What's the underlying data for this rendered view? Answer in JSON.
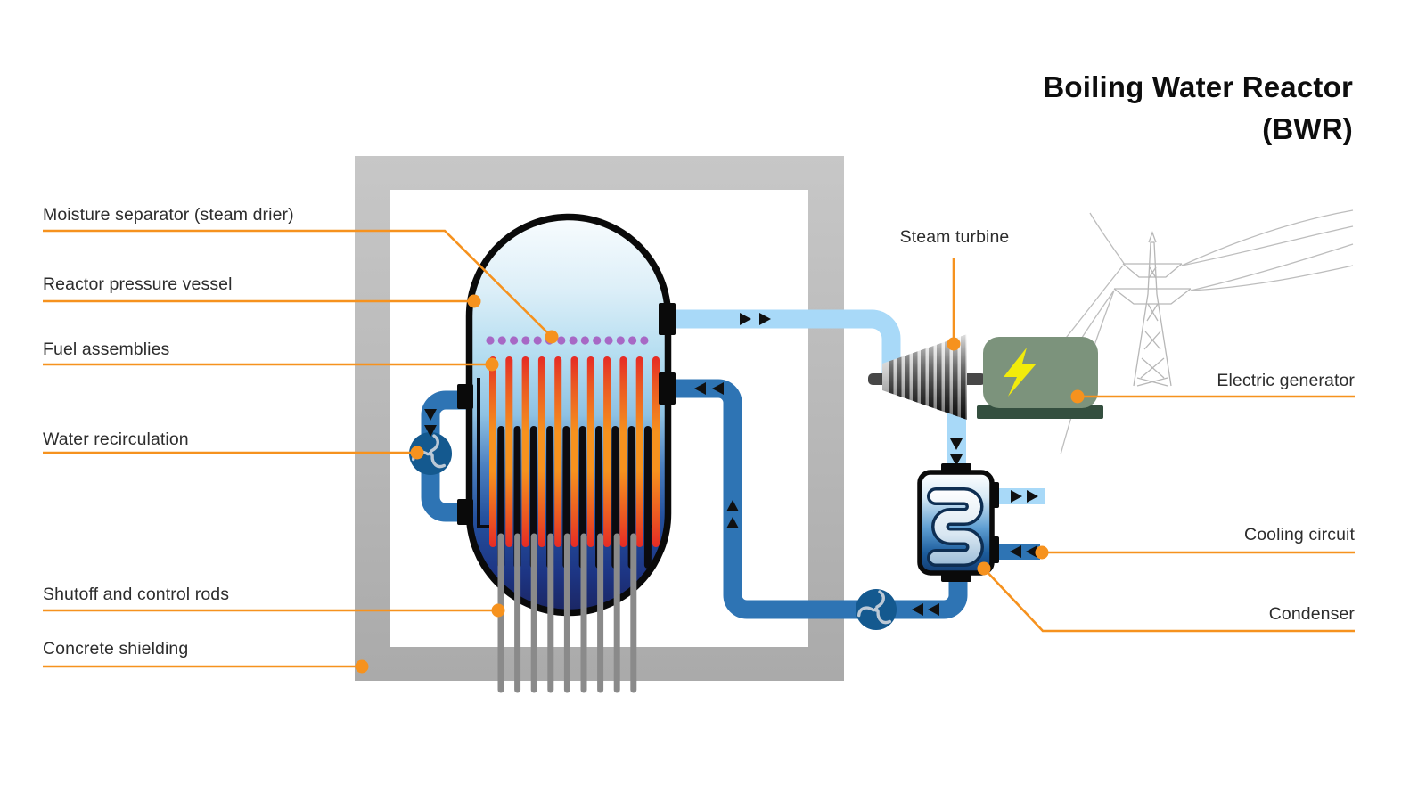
{
  "title": {
    "line1": "Boiling Water Reactor",
    "line2": "(BWR)"
  },
  "labels": {
    "left": [
      {
        "id": "moisture-separator",
        "text": "Moisture separator (steam drier)"
      },
      {
        "id": "reactor-pressure-vessel",
        "text": "Reactor pressure vessel"
      },
      {
        "id": "fuel-assemblies",
        "text": "Fuel assemblies"
      },
      {
        "id": "water-recirculation",
        "text": "Water recirculation"
      },
      {
        "id": "shutoff-control-rods",
        "text": "Shutoff and control rods"
      },
      {
        "id": "concrete-shielding",
        "text": "Concrete shielding"
      }
    ],
    "right": [
      {
        "id": "steam-turbine",
        "text": "Steam turbine"
      },
      {
        "id": "electric-generator",
        "text": "Electric generator"
      },
      {
        "id": "cooling-circuit",
        "text": "Cooling circuit"
      },
      {
        "id": "condenser",
        "text": "Condenser"
      }
    ]
  },
  "icons": [
    "pump-icon",
    "flow-arrow-icon",
    "lightning-bolt-icon",
    "transmission-tower-icon"
  ],
  "colors": {
    "accent_orange": "#F6921E",
    "pipe_dark_blue": "#2E74B4",
    "pipe_light_blue": "#A8D9F8",
    "pump_blue": "#14598F",
    "vessel_navy": "#1C2864",
    "fuel_red": "#E62B25",
    "fuel_orange": "#F6921E",
    "moisture_purple": "#A768C5",
    "concrete_gray": "#B9B9B9",
    "generator_green": "#7C937C",
    "generator_base_green": "#344F3F",
    "bolt_yellow": "#F2EB0B",
    "text_dark": "#2D2D2D"
  }
}
